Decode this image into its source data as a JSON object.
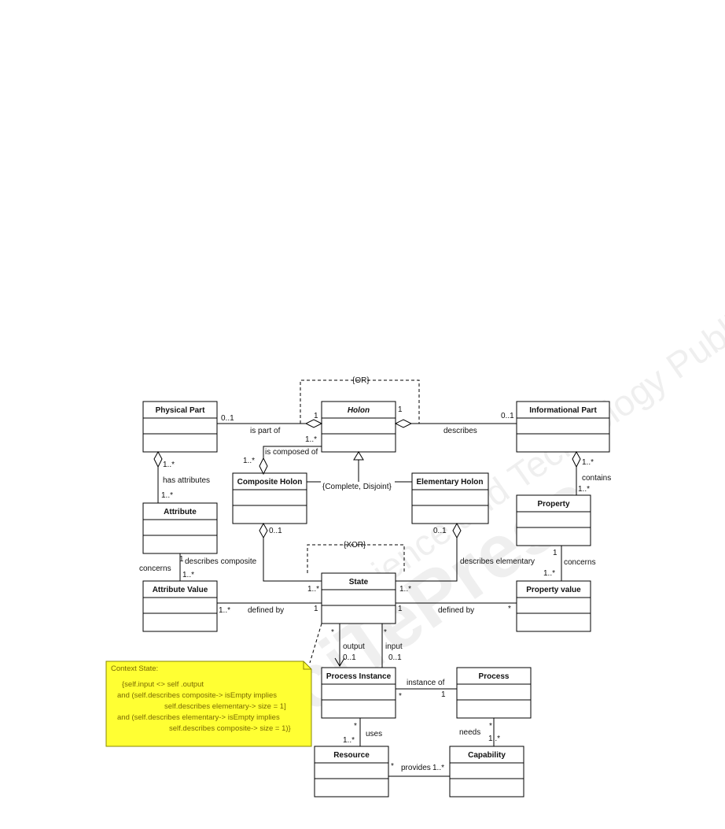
{
  "watermark": {
    "brand": "SciTePress",
    "tagline": "Science and Technology Publications"
  },
  "classes": {
    "physical_part": "Physical Part",
    "holon": "Holon",
    "informational_part": "Informational Part",
    "composite_holon": "Composite Holon",
    "elementary_holon": "Elementary Holon",
    "attribute": "Attribute",
    "property": "Property",
    "attribute_value": "Attribute Value",
    "state": "State",
    "property_value": "Property value",
    "process_instance": "Process Instance",
    "process": "Process",
    "resource": "Resource",
    "capability": "Capability"
  },
  "constraints": {
    "or": "{OR}",
    "xor": "{XOR}",
    "complete_disjoint": "{Complete, Disjoint}"
  },
  "associations": {
    "is_part_of": "is part of",
    "describes": "describes",
    "is_composed_of": "is composed of",
    "has_attributes": "has attributes",
    "contains": "contains",
    "describes_composite": "describes composite",
    "describes_elementary": "describes elementary",
    "concerns_left": "concerns",
    "concerns_right": "concerns",
    "defined_by_left": "defined by",
    "defined_by_right": "defined by",
    "output": "output",
    "input": "input",
    "instance_of": "instance of",
    "uses": "uses",
    "needs": "needs",
    "provides": "provides"
  },
  "multiplicities": {
    "pp_holon_pp": "0..1",
    "pp_holon_holon": "1",
    "holon_info_holon": "1",
    "holon_info_info": "0..1",
    "holon_comp_holon": "1..*",
    "holon_comp_comp": "1..*",
    "pp_attr_pp": "1..*",
    "pp_attr_attr": "1..*",
    "info_prop_info": "1..*",
    "info_prop_prop": "1..*",
    "comp_state": "0..1",
    "elem_state": "0..1",
    "state_comp": "1..*",
    "state_elem": "1..*",
    "attr_av_attr": "1",
    "attr_av_av": "1..*",
    "prop_pv_prop": "1",
    "prop_pv_pv": "1..*",
    "av_state_av": "1..*",
    "av_state_state": "1",
    "state_pv_state": "1",
    "state_pv_pv": "*",
    "out_state": "*",
    "out_pi": "0..1",
    "in_state": "*",
    "in_pi": "0..1",
    "pi_process_pi": "*",
    "pi_process_process": "1",
    "pi_res_pi": "*",
    "pi_res_res": "1..*",
    "proc_cap_proc": "*",
    "proc_cap_cap": "1..*",
    "res_cap_res": "*",
    "res_cap_cap": "1..*"
  },
  "note": {
    "lines": [
      "Context State:",
      "{self.input <> self .output",
      "and (self.describes composite-> isEmpty implies",
      "self.describes elementary-> size = 1]",
      "and (self.describes elementary-> isEmpty implies",
      "self.describes composite-> size = 1)}"
    ]
  },
  "colors": {
    "note_fill": "#ffff33",
    "note_text": "#7a6a00",
    "line": "#000000"
  }
}
